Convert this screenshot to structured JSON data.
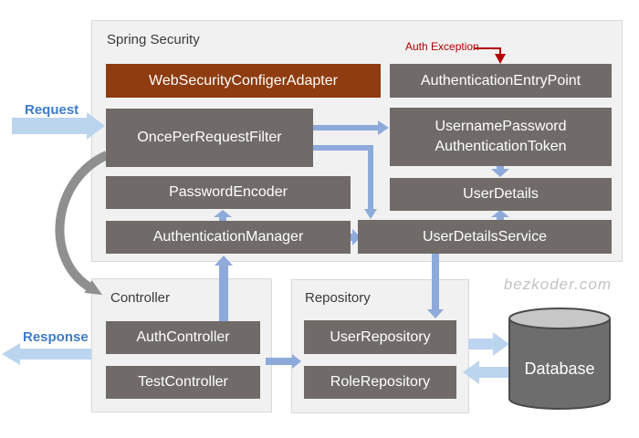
{
  "watermark": "bezkoder.com",
  "flow": {
    "request_label": "Request",
    "response_label": "Response"
  },
  "spring_security": {
    "title": "Spring Security",
    "auth_exception_label": "Auth Exception",
    "web_security_configer_adapter": "WebSecurityConfigerAdapter",
    "authentication_entry_point": "AuthenticationEntryPoint",
    "once_per_request_filter": "OncePerRequestFilter",
    "username_password_token_line1": "UsernamePassword",
    "username_password_token_line2": "AuthenticationToken",
    "password_encoder": "PasswordEncoder",
    "user_details": "UserDetails",
    "authentication_manager": "AuthenticationManager",
    "user_details_service": "UserDetailsService"
  },
  "controller": {
    "title": "Controller",
    "auth_controller": "AuthController",
    "test_controller": "TestController"
  },
  "repository": {
    "title": "Repository",
    "user_repository": "UserRepository",
    "role_repository": "RoleRepository"
  },
  "database": {
    "label": "Database"
  },
  "colors": {
    "box_gray": "#706b68",
    "box_brown": "#8e3c10",
    "container_fill": "#f1f1f1",
    "container_border": "#d9d9d9",
    "connector_blue": "#8daadb",
    "flow_arrow_light_blue": "#bcd5ee",
    "flow_label_blue": "#3c7cc8",
    "exception_red": "#b30000",
    "curve_gray": "#8f8f8f",
    "database_body": "#6d6d6d",
    "database_top": "#c8c7c7",
    "watermark_gray": "#c4c2c2"
  }
}
